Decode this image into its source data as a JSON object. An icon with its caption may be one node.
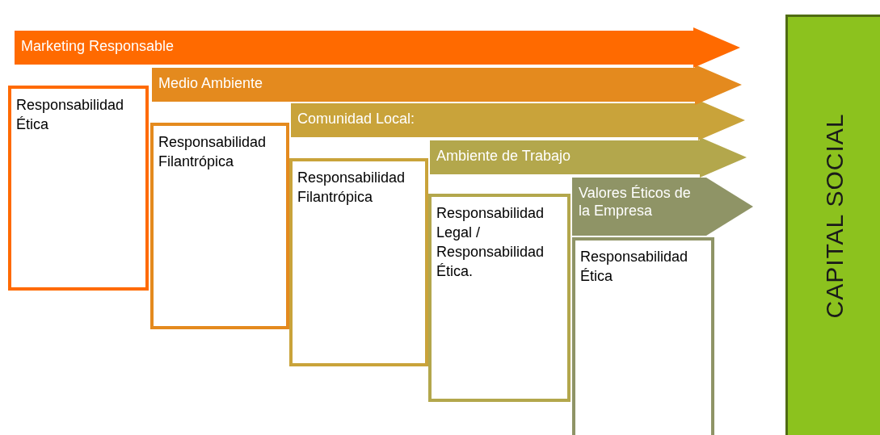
{
  "diagram": {
    "nodes": [
      {
        "text": [
          "Marketing Responsable"
        ]
      },
      {
        "text": [
          "Responsabilidad Ética"
        ]
      },
      {
        "text": [
          "Medio Ambiente"
        ]
      },
      {
        "text": [
          "Responsabilidad Filantrópica"
        ]
      },
      {
        "text": [
          "Comunidad Local:"
        ]
      },
      {
        "text": [
          "Responsabilidad Filantrópica"
        ]
      },
      {
        "text": [
          "Ambiente de Trabajo"
        ]
      },
      {
        "text": [
          "Responsabilidad Legal / Responsabilidad Ética."
        ]
      },
      {
        "text": [
          "Valores Éticos de la Empresa"
        ]
      },
      {
        "text": [
          "Responsabilidad Ética"
        ]
      },
      {
        "text": [
          "CAPITAL SOCIAL"
        ]
      }
    ]
  }
}
